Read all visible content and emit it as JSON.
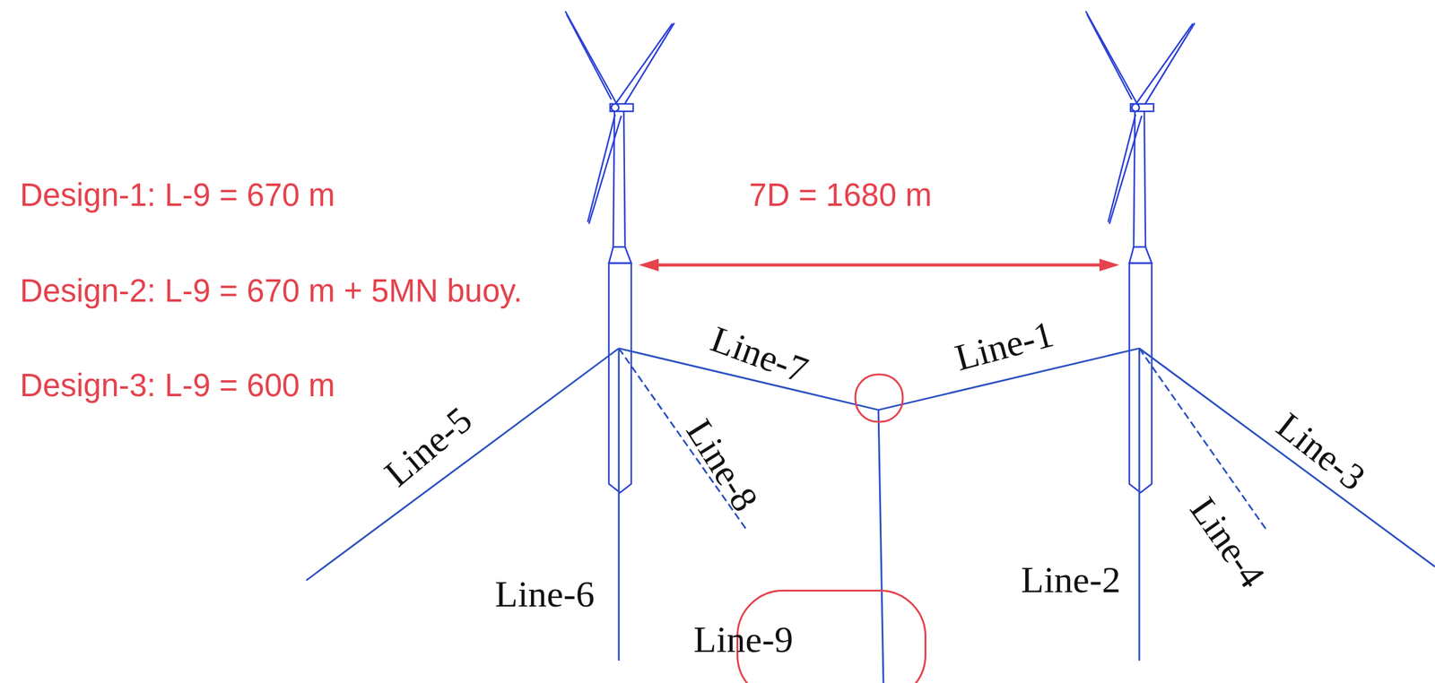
{
  "diagram": {
    "nodes": [
      {
        "text": [
          "Line-9"
        ]
      }
    ],
    "labels": [
      "Design-1: L-9 = 670 m",
      "Design-2: L-9 = 670 m + 5MN buoy.",
      "Design-3: L-9 = 600 m",
      "7D = 1680 m",
      "Line-7",
      "Line-1",
      "Line-5",
      "Line-8",
      "Line-3",
      "Line-4",
      "Line-6",
      "Line-2"
    ]
  }
}
